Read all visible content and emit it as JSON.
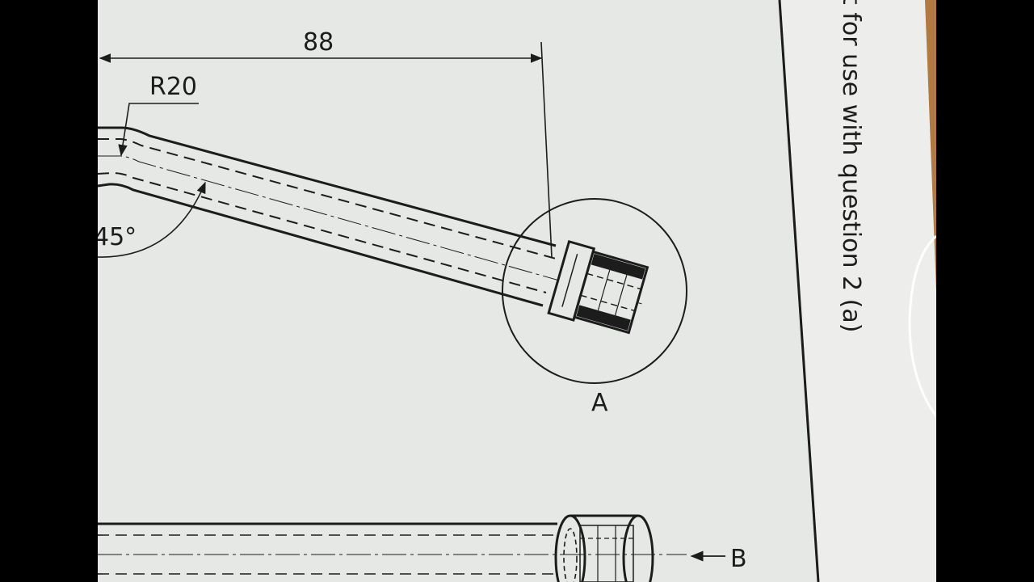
{
  "drawing": {
    "dimension_88": "88",
    "radius_label": "R20",
    "angle_label": "45°",
    "detail_a_label": "A",
    "view_b_label": "B",
    "margin_text": "t for use with question 2 (a)"
  },
  "colors": {
    "paper": "#e6e8e6",
    "paper_edge": "#edeeec",
    "ink": "#1c1c1c",
    "letterbox": "#000000",
    "desk": "#b07a42"
  }
}
